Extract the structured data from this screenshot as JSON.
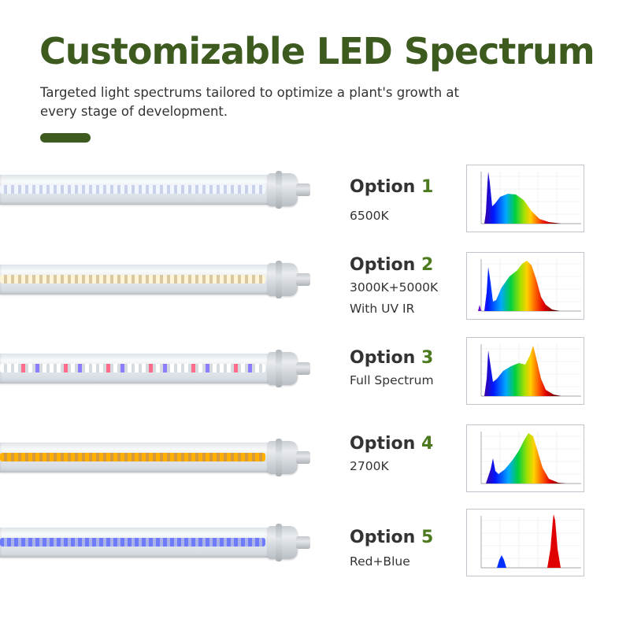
{
  "header": {
    "title": "Customizable LED Spectrum",
    "subtitle": "Targeted light spectrums tailored to optimize a plant's growth at every stage of development."
  },
  "colors": {
    "brand_green": "#3d5b1f",
    "number_green": "#4d7a1f"
  },
  "options": [
    {
      "word": "Option",
      "number": "1",
      "desc1": "6500K",
      "desc2": "",
      "led_color": "cool-white",
      "spectrum": "6500K"
    },
    {
      "word": "Option",
      "number": "2",
      "desc1": "3000K+5000K",
      "desc2": "With UV IR",
      "led_color": "warm-white",
      "spectrum": "3000K+5000K with UV IR"
    },
    {
      "word": "Option",
      "number": "3",
      "desc1": "Full Spectrum",
      "desc2": "",
      "led_color": "white-red-blue",
      "spectrum": "Full Spectrum"
    },
    {
      "word": "Option",
      "number": "4",
      "desc1": "2700K",
      "desc2": "",
      "led_color": "amber",
      "spectrum": "2700K"
    },
    {
      "word": "Option",
      "number": "5",
      "desc1": "Red+Blue",
      "desc2": "",
      "led_color": "blue-purple",
      "spectrum": "Red+Blue"
    }
  ]
}
